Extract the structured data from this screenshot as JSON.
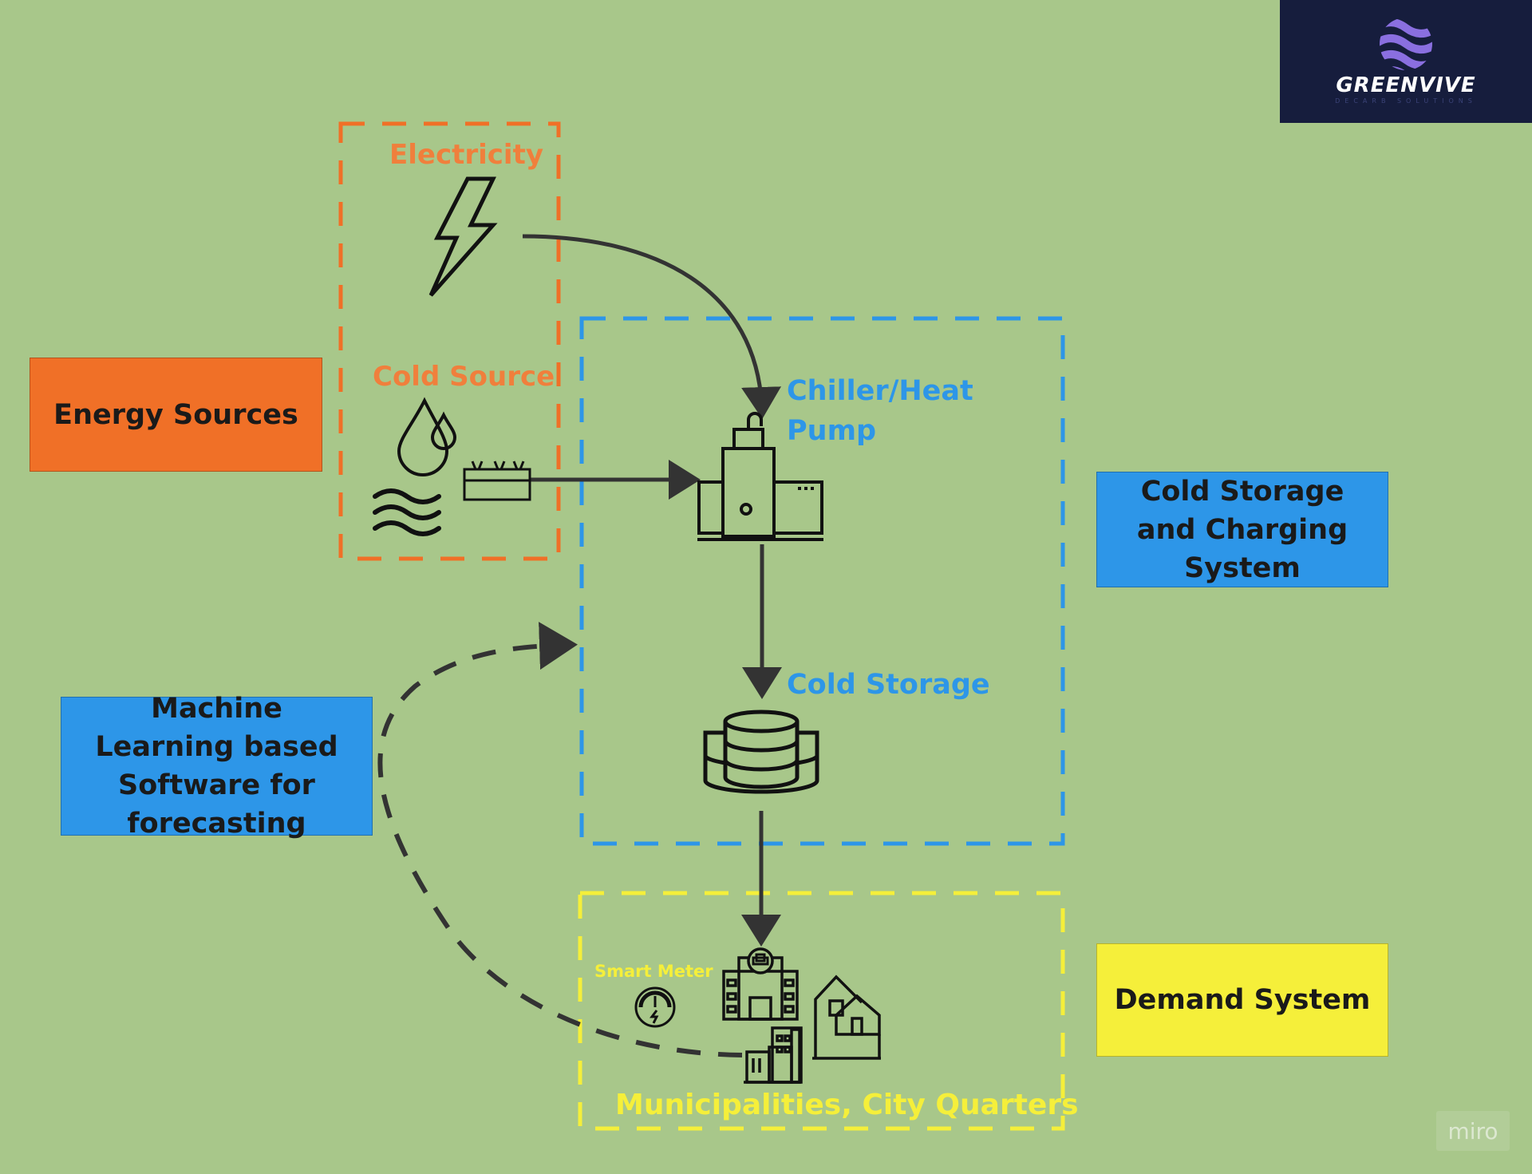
{
  "logo": {
    "name": "GREENVIVE",
    "tagline": "DECARB SOLUTIONS",
    "background": "#161d3d",
    "accent": "#8a6fe0"
  },
  "labels": {
    "energy_sources": "Energy Sources",
    "cold_storage_system": "Cold Storage and Charging System",
    "ml_software": "Machine Learning based Software for forecasting",
    "demand_system": "Demand System",
    "electricity": "Electricity",
    "cold_source": "Cold Source",
    "chiller_line1": "Chiller/Heat",
    "chiller_line2": "Pump",
    "cold_storage": "Cold Storage",
    "smart_meter": "Smart Meter",
    "municipalities": "Municipalities, City Quarters"
  },
  "watermark": "miro",
  "colors": {
    "background": "#a8c78a",
    "orange": "#f07027",
    "blue": "#2d96e8",
    "yellow": "#f5ef3a",
    "orange_text": "#f07f3c",
    "blue_text": "#2d96e8",
    "yellow_text": "#f5ef3a"
  }
}
